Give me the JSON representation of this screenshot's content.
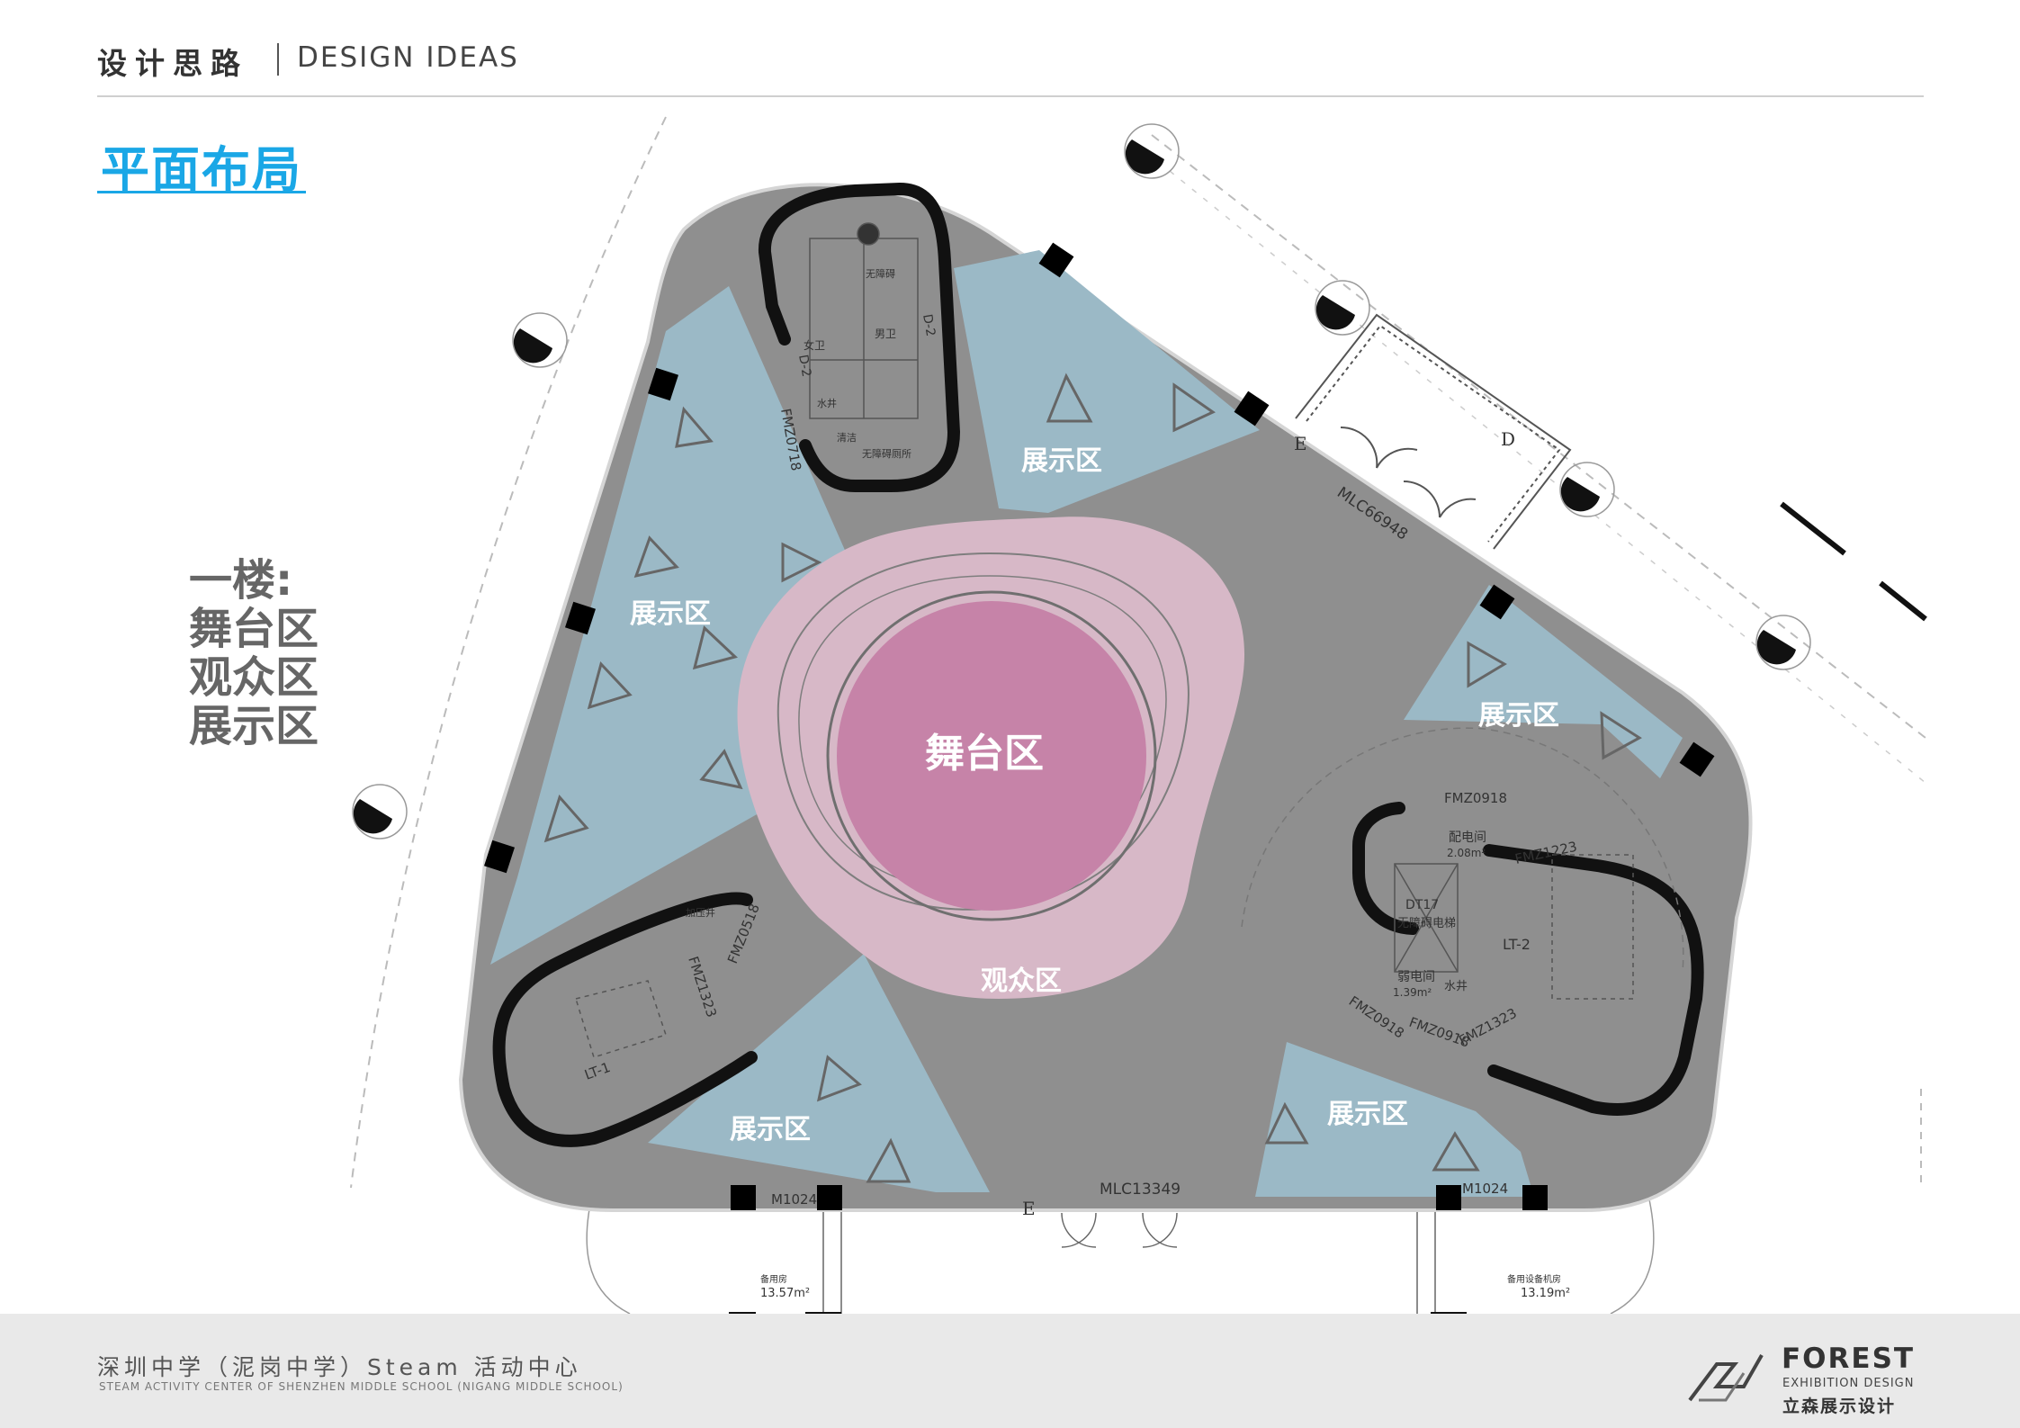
{
  "header": {
    "title_cn": "设计思路",
    "title_en": "DESIGN IDEAS"
  },
  "section_title": "平面布局",
  "floor": {
    "heading": "一楼:",
    "areas": [
      "舞台区",
      "观众区",
      "展示区"
    ]
  },
  "zones": {
    "stage": "舞台区",
    "audience": "观众区",
    "exhibit": "展示区"
  },
  "plan_labels": {
    "fmz0718": "FMZ0718",
    "mlc66948": "MLC66948",
    "mlc13349": "MLC13349",
    "m1024_left": "M1024",
    "m1024_right": "M1024",
    "fmz0918_top": "FMZ0918",
    "fmz1223": "FMZ1223",
    "power_room": "配电间",
    "power_area": "2.08m²",
    "dt17": "DT17",
    "accessible_elevator": "无障碍电梯",
    "lt2": "LT-2",
    "weak_room": "弱电间",
    "weak_area": "1.39m²",
    "water_well_right": "水井",
    "fmz0918_bl": "FMZ0918",
    "fmz0918_br": "FMZ0918",
    "fmz1323_right": "FMZ1323",
    "fmz0518": "FMZ0518",
    "fmz1323_left": "FMZ1323",
    "lt1": "LT-1",
    "smoke_shaft": "加压井",
    "female_wc": "女卫",
    "male_wc": "男卫",
    "accessible_wc_top": "无障碍",
    "accessible_wc": "无障碍厕所",
    "water_well_left": "水井",
    "janitor": "清洁",
    "d_2a": "D-2",
    "d_2b": "D-2",
    "axis_e_top": "E",
    "axis_d": "D",
    "axis_e_bottom": "E",
    "spare_left": "备用房",
    "spare_left_area": "13.57m²",
    "spare_right": "备用设备机房",
    "spare_right_area": "13.19m²"
  },
  "footer": {
    "project_cn": "深圳中学（泥岗中学）Steam 活动中心",
    "project_en": "STEAM ACTIVITY CENTER OF SHENZHEN MIDDLE SCHOOL (NIGANG MIDDLE SCHOOL)"
  },
  "logo": {
    "word": "FOREST",
    "sub": "EXHIBITION DESIGN",
    "cn": "立森展示设计"
  },
  "colors": {
    "floor": "#8f8f8f",
    "exhibit": "#9bb9c6",
    "audience": "#d7b8c7",
    "stage": "#c683a8",
    "wall": "#111111",
    "accent": "#1aa7e6"
  }
}
